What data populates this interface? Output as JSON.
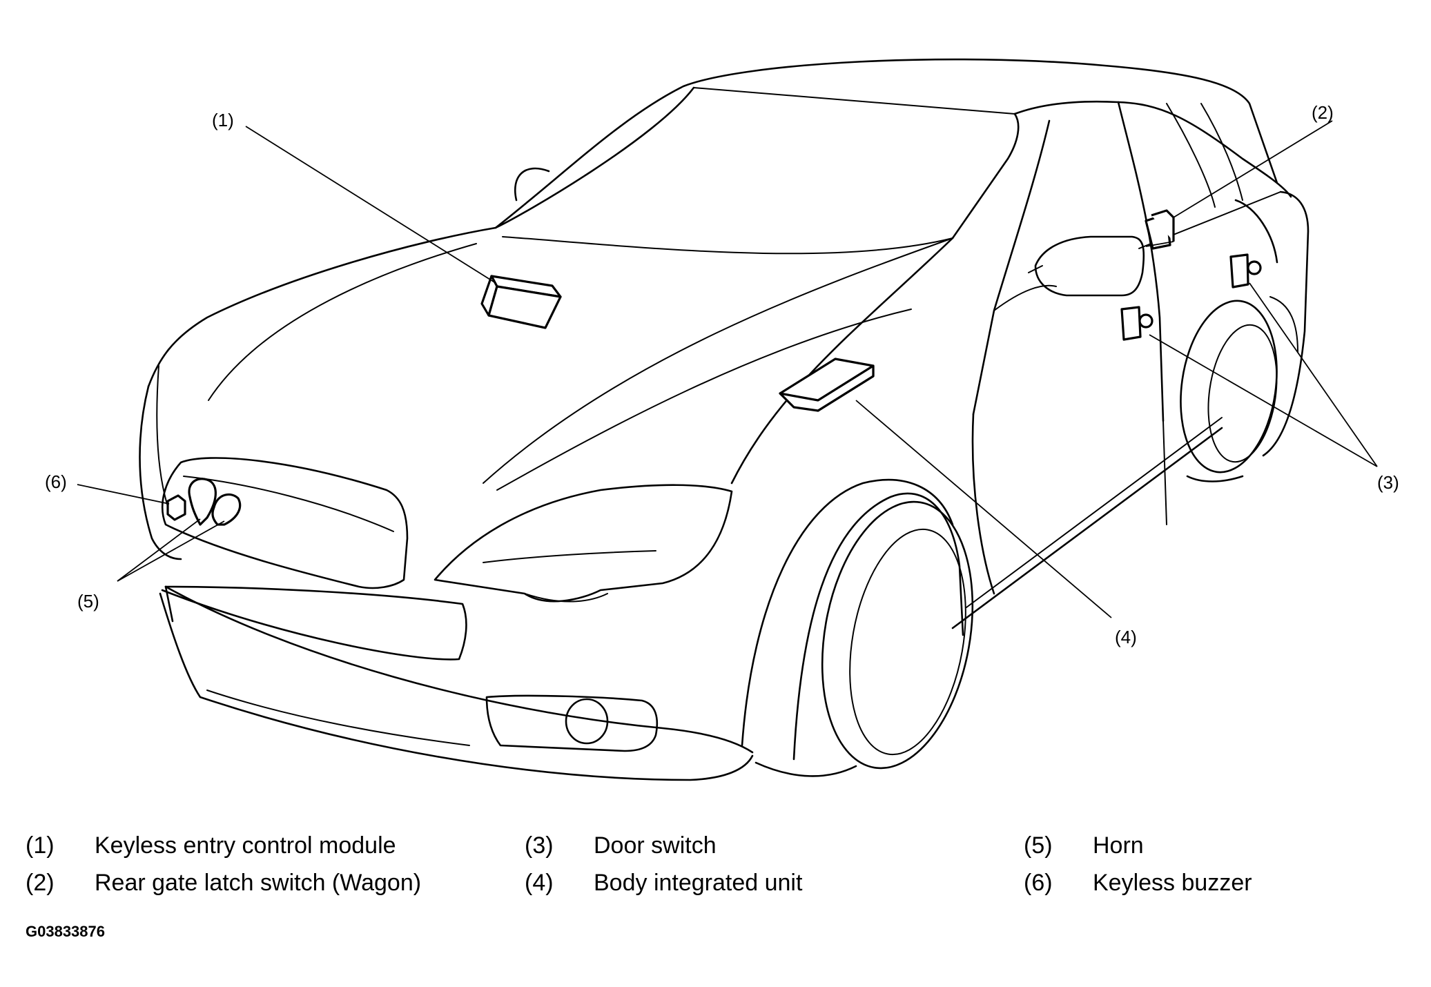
{
  "callouts": [
    {
      "id": "1",
      "text": "(1)"
    },
    {
      "id": "2",
      "text": "(2)"
    },
    {
      "id": "3",
      "text": "(3)"
    },
    {
      "id": "4",
      "text": "(4)"
    },
    {
      "id": "5",
      "text": "(5)"
    },
    {
      "id": "6",
      "text": "(6)"
    }
  ],
  "legend": [
    {
      "num": "(1)",
      "label": "Keyless entry control module"
    },
    {
      "num": "(2)",
      "label": "Rear gate latch switch (Wagon)"
    },
    {
      "num": "(3)",
      "label": "Door switch"
    },
    {
      "num": "(4)",
      "label": "Body integrated unit"
    },
    {
      "num": "(5)",
      "label": "Horn"
    },
    {
      "num": "(6)",
      "label": "Keyless buzzer"
    }
  ],
  "figure_code": "G03833876",
  "colors": {
    "line": "#000000",
    "background": "#ffffff"
  }
}
